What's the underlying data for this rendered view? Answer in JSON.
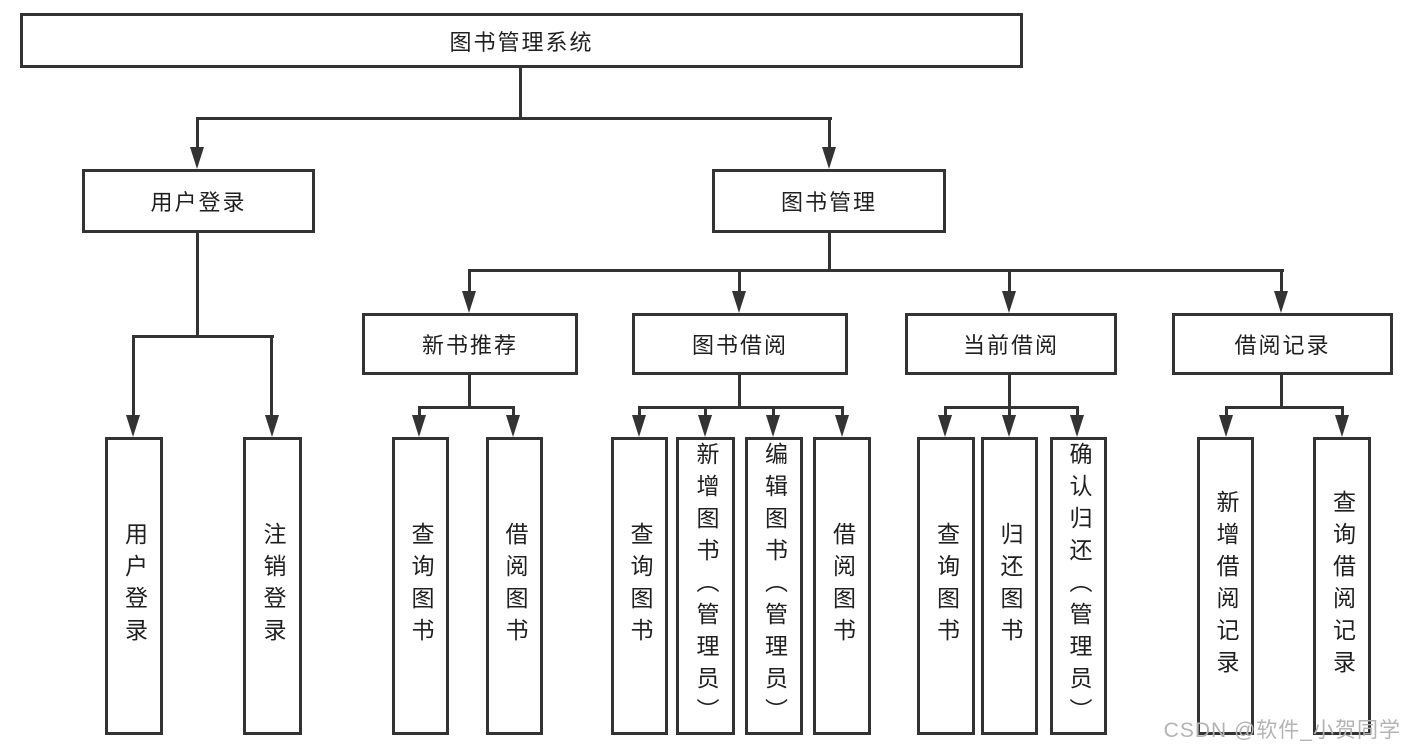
{
  "diagram": {
    "root_label": "图书管理系统",
    "branches": {
      "user": {
        "label": "用户登录",
        "children": [
          "用户登录",
          "注销登录"
        ]
      },
      "mgmt": {
        "label": "图书管理",
        "modules": [
          {
            "label": "新书推荐",
            "children": [
              "查询图书",
              "借阅图书"
            ]
          },
          {
            "label": "图书借阅",
            "children": [
              "查询图书",
              "新增图书（管理员）",
              "编辑图书（管理员）",
              "借阅图书"
            ]
          },
          {
            "label": "当前借阅",
            "children": [
              "查询图书",
              "归还图书",
              "确认归还（管理员）"
            ]
          },
          {
            "label": "借阅记录",
            "children": [
              "新增借阅记录",
              "查询借阅记录"
            ]
          }
        ]
      }
    },
    "colors": {
      "line": "#333333",
      "text": "#1f1f1f",
      "background": "#ffffff",
      "watermark": "#b3b3b3"
    },
    "watermark": "CSDN @软件_小贺同学"
  }
}
